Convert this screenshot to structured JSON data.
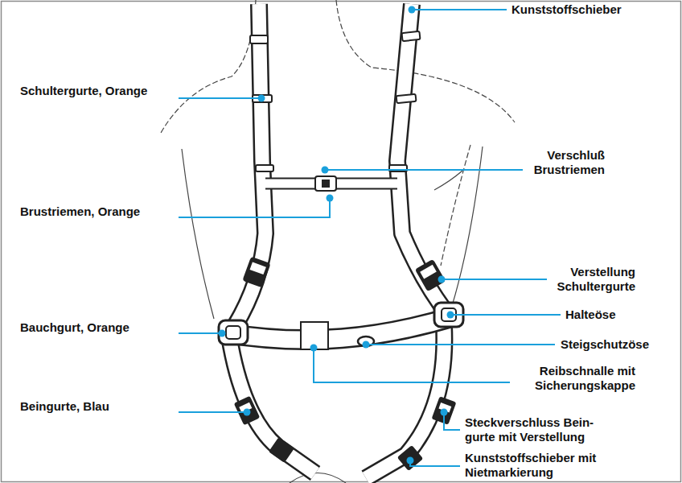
{
  "diagram": {
    "labels": [
      "Schultergurte, Orange",
      "Kunststoffschieber",
      "Verschluß Brustriemen",
      "Brustriemen, Orange",
      "Verstellung Schultergurte",
      "Halteöse",
      "Bauchgurt, Orange",
      "Steigschutzöse",
      "Reibschnalle mit Sicherungskappe",
      "Beingurte, Blau",
      "Steckverschluss Bein- gurte mit Verstellung",
      "Kunststoffschieber mit Nietmarkierung"
    ]
  }
}
